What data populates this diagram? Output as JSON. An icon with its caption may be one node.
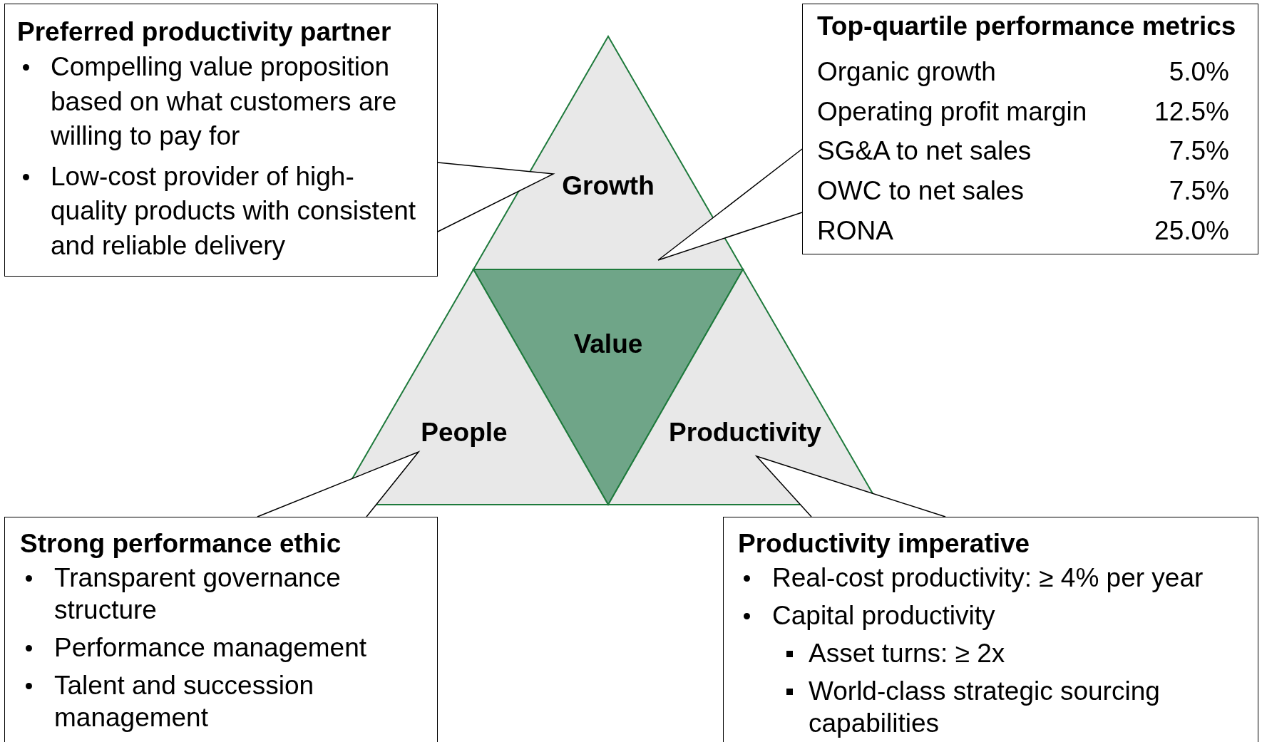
{
  "diagram": {
    "nodes": [
      {
        "text": [
          "Growth"
        ]
      },
      {
        "text": [
          "Value"
        ]
      },
      {
        "text": [
          "People"
        ]
      },
      {
        "text": [
          "Productivity"
        ]
      },
      {
        "text": [
          "Preferred productivity partner",
          "Compelling value proposition based on what customers are willing to pay for",
          "Low-cost provider of high-quality products with consistent and reliable delivery"
        ]
      },
      {
        "text": [
          "Top-quartile performance metrics",
          "Organic growth",
          "5.0%",
          "Operating profit margin",
          "12.5%",
          "SG&A to net sales",
          "7.5%",
          "OWC to net sales",
          "7.5%",
          "RONA",
          "25.0%"
        ]
      },
      {
        "text": [
          "Strong performance ethic",
          "Transparent governance structure",
          "Performance management",
          "Talent and succession management"
        ]
      },
      {
        "text": [
          "Productivity imperative",
          "Real-cost productivity:  ≥ 4% per year",
          "Capital productivity",
          "Asset turns:  ≥ 2x",
          "World-class strategic sourcing capabilities"
        ]
      }
    ],
    "edges": [
      {
        "from": 4,
        "to": 0,
        "arrow": "none"
      },
      {
        "from": 5,
        "to": 0,
        "arrow": "none"
      },
      {
        "from": 6,
        "to": 2,
        "arrow": "none"
      },
      {
        "from": 7,
        "to": 3,
        "arrow": "none"
      }
    ]
  }
}
